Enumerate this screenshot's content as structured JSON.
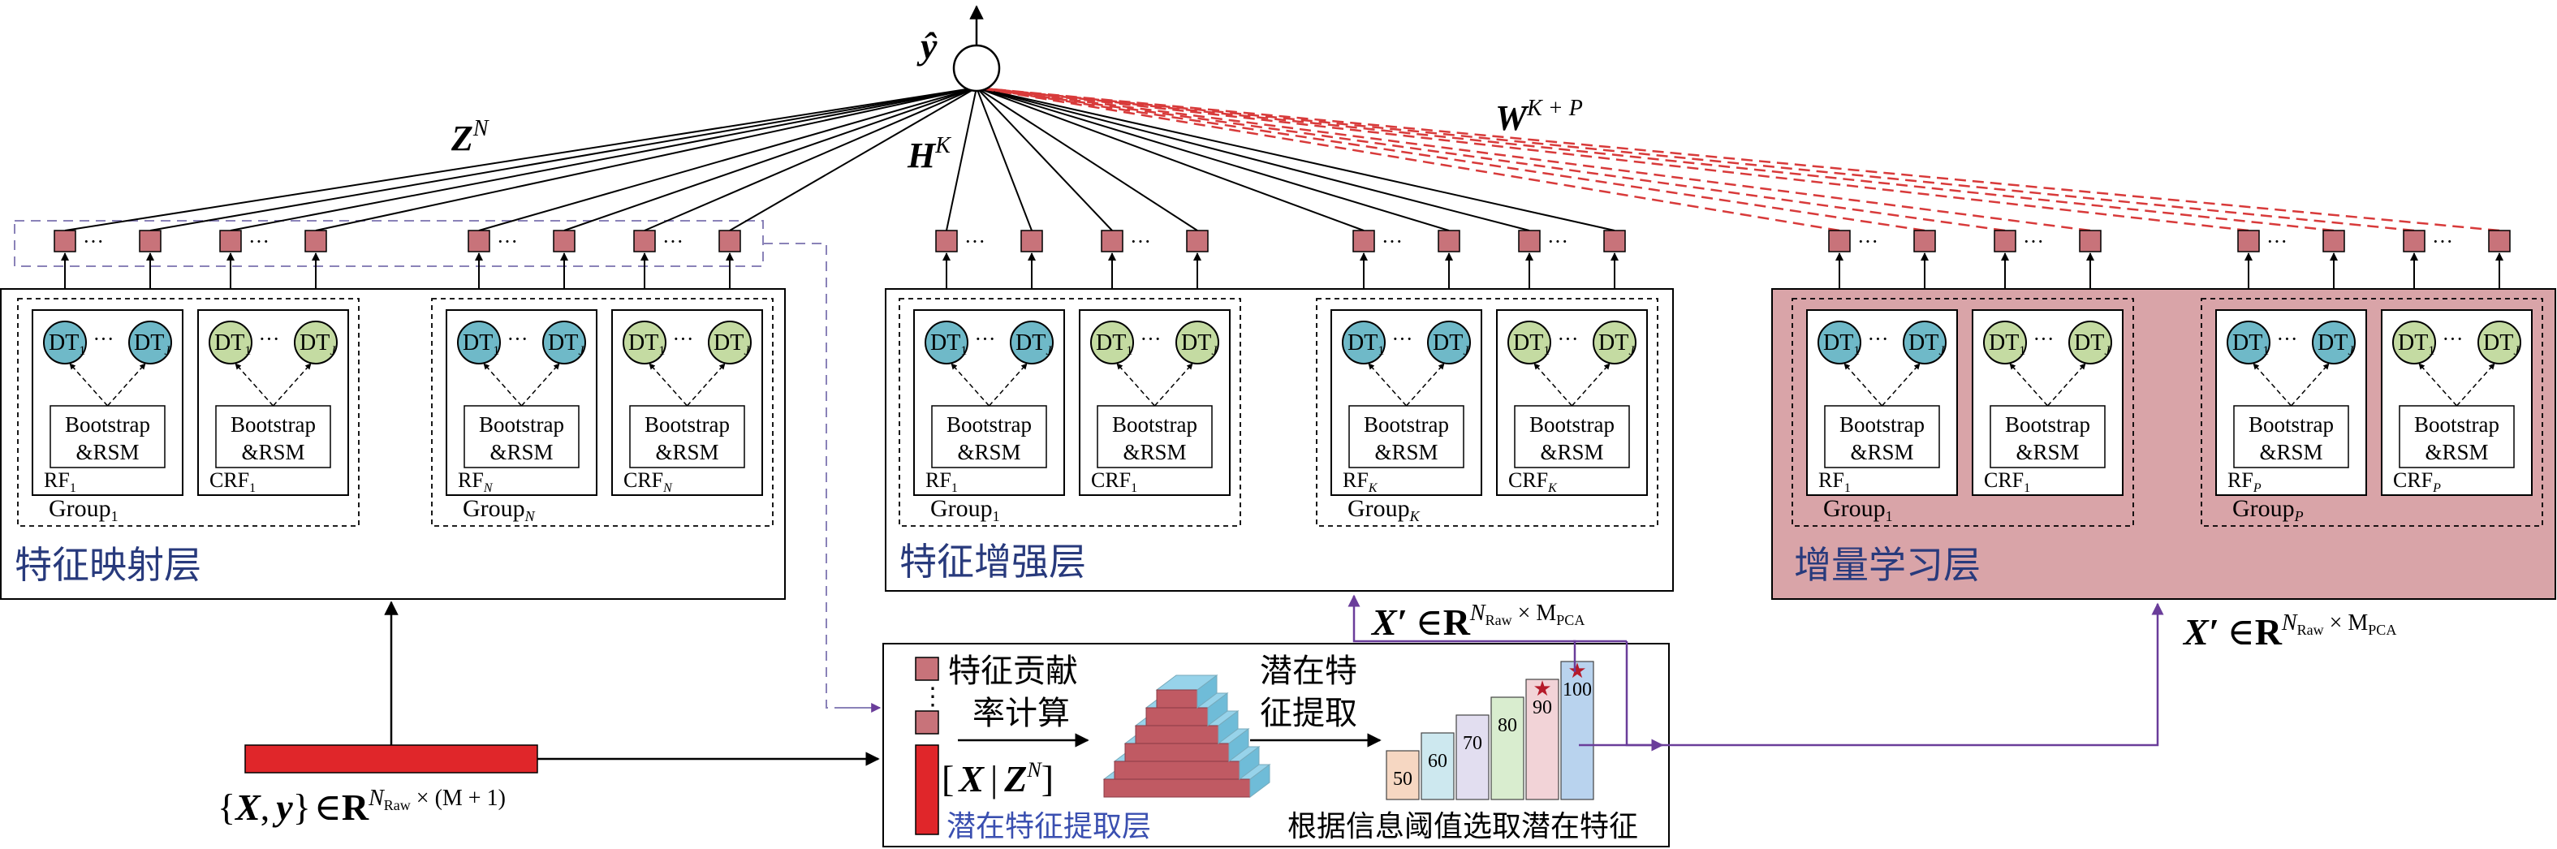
{
  "output": {
    "label": "ŷ"
  },
  "weights": {
    "z": "Z",
    "z_sup": "N",
    "h": "H",
    "h_sup": "K",
    "w": "W",
    "w_sup": "K + P"
  },
  "node": {
    "bootstrap_line1": "Bootstrap",
    "bootstrap_line2": "&RSM",
    "dt": "DT",
    "dt_sub_1": "1",
    "dt_sub_j": "J",
    "dots": "···",
    "vdots": "⋮"
  },
  "layers": {
    "feature_mapping": {
      "title": "特征映射层",
      "groups": [
        {
          "label": "Group",
          "sub": "1",
          "rf": "RF",
          "rf_sub": "1",
          "crf": "CRF",
          "crf_sub": "1"
        },
        {
          "label": "Group",
          "sub": "N",
          "rf": "RF",
          "rf_sub": "N",
          "crf": "CRF",
          "crf_sub": "N"
        }
      ]
    },
    "feature_enhancement": {
      "title": "特征增强层",
      "groups": [
        {
          "label": "Group",
          "sub": "1",
          "rf": "RF",
          "rf_sub": "1",
          "crf": "CRF",
          "crf_sub": "1"
        },
        {
          "label": "Group",
          "sub": "K",
          "rf": "RF",
          "rf_sub": "K",
          "crf": "CRF",
          "crf_sub": "K"
        }
      ]
    },
    "incremental": {
      "title": "增量学习层",
      "groups": [
        {
          "label": "Group",
          "sub": "1",
          "rf": "RF",
          "rf_sub": "1",
          "crf": "CRF",
          "crf_sub": "1"
        },
        {
          "label": "Group",
          "sub": "P",
          "rf": "RF",
          "rf_sub": "P",
          "crf": "CRF",
          "crf_sub": "P"
        }
      ]
    }
  },
  "latent": {
    "contrib_line1": "特征贡献",
    "contrib_line2": "率计算",
    "extract_line1": "潜在特",
    "extract_line2": "征提取",
    "matrix_x": "X",
    "matrix_z": "Z",
    "matrix_z_sup": "N",
    "layer_label": "潜在特征提取层",
    "select_label": "根据信息阈值选取潜在特征",
    "thresholds": [
      "50",
      "60",
      "70",
      "80",
      "90",
      "100"
    ],
    "star": "★"
  },
  "input": {
    "set_open": "{",
    "x": "X",
    "sep": ",",
    "y": "y",
    "set_close": "}",
    "in": "∈",
    "R": "R",
    "sup_n": "N",
    "sup_raw": "Raw",
    "sup_times": " × (M + 1)"
  },
  "xprime": {
    "x": "X′",
    "in": "∈",
    "R": "R",
    "sup_n": "N",
    "sup_raw": "Raw",
    "sup_times": " × M",
    "sup_pca": "PCA"
  },
  "colors": {
    "node_red": "#c8737a",
    "dt_blue": "#6fb9c8",
    "dt_green": "#c4dba2",
    "input_red": "#e0262a",
    "incremental_bg": "#d9a4a8",
    "purple": "#6a3d9a",
    "dash_red": "#d83a3a",
    "dash_purple": "#8a82b8",
    "title_blue": "#283a7c",
    "latent_blue": "#3a4fb0",
    "stair_red": "#c05a63",
    "stair_blue": "#97d3ea",
    "bar_fills": [
      "#f6d7c2",
      "#cde8ef",
      "#e2def0",
      "#d9edcf",
      "#f2d3d7",
      "#b9d3ee"
    ]
  }
}
